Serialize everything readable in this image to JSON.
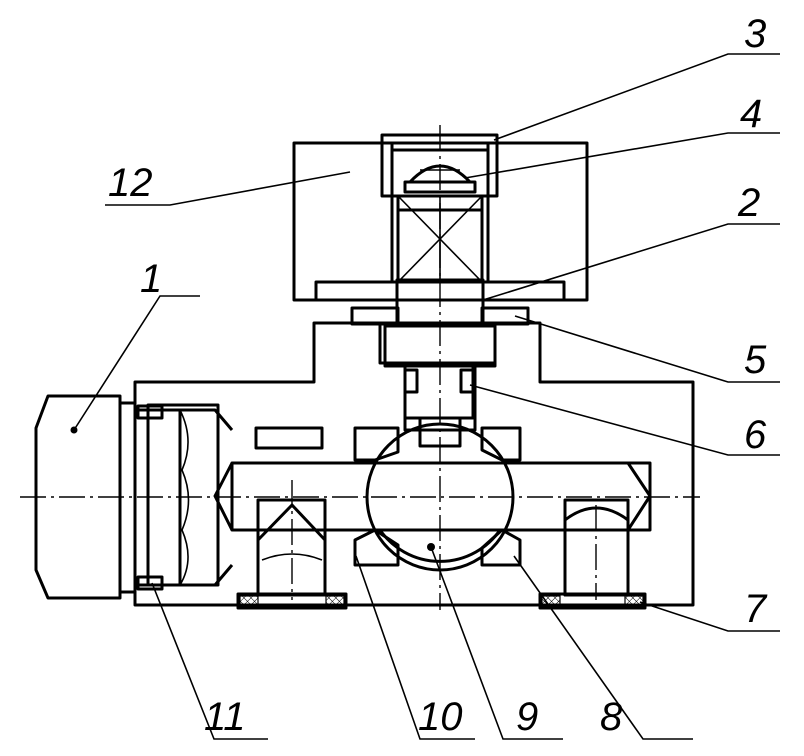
{
  "drawing": {
    "callouts": [
      {
        "id": "1",
        "text": "1"
      },
      {
        "id": "2",
        "text": "2"
      },
      {
        "id": "3",
        "text": "3"
      },
      {
        "id": "4",
        "text": "4"
      },
      {
        "id": "5",
        "text": "5"
      },
      {
        "id": "6",
        "text": "6"
      },
      {
        "id": "7",
        "text": "7"
      },
      {
        "id": "8",
        "text": "8"
      },
      {
        "id": "9",
        "text": "9"
      },
      {
        "id": "10",
        "text": "10"
      },
      {
        "id": "11",
        "text": "11"
      },
      {
        "id": "12",
        "text": "12"
      }
    ]
  }
}
